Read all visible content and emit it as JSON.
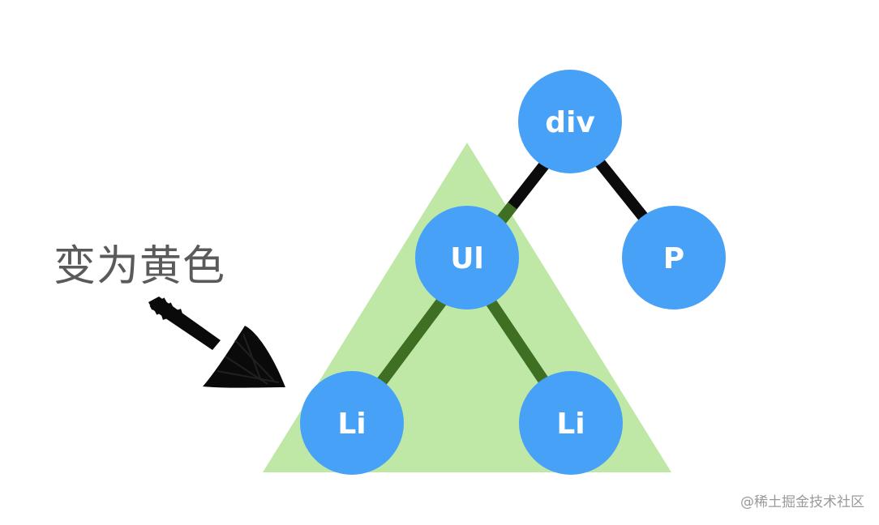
{
  "annotation": {
    "text": "变为黄色"
  },
  "nodes": {
    "div": "div",
    "ul": "Ul",
    "p": "P",
    "li_left": "Li",
    "li_right": "Li"
  },
  "watermark": {
    "text": "@稀土掘金技术社区"
  },
  "colors": {
    "node_fill": "#46a1f7",
    "edge": "#0b0b0b",
    "edge_in_triangle": "#3f6f23",
    "triangle_fill": "#bfe8a6",
    "arrow": "#0a0a0a",
    "caption_text": "#5a5a5a"
  }
}
